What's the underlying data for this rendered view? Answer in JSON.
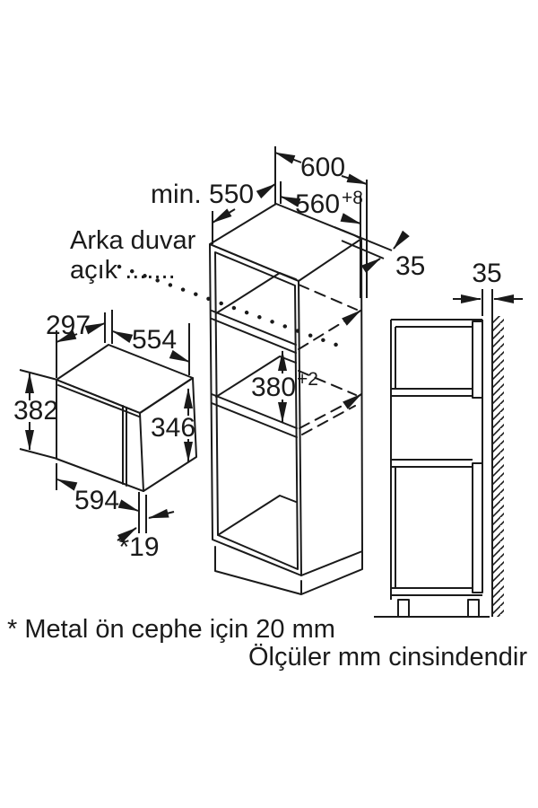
{
  "diagram": {
    "title": "built-in microwave installation drawing",
    "back_wall_note_line1": "Arka duvar",
    "back_wall_note_line2": "açık .......",
    "footnote": "* Metal ön cephe için 20 mm",
    "units_note": "Ölçüler mm cinsindendir"
  },
  "dimensions": {
    "cabinet_width": "600",
    "cabinet_depth_min": "min. 550",
    "niche_width": "560",
    "niche_width_tolerance": "+8",
    "niche_height": "380",
    "niche_height_tolerance": "+2",
    "back_gap": "35",
    "wall_gap": "35",
    "mw_depth": "297",
    "mw_top_width": "554",
    "mw_height": "382",
    "mw_side_height": "346",
    "mw_width": "594",
    "mw_door_depth": "*19"
  },
  "colors": {
    "line": "#1a1a1a",
    "background": "#ffffff"
  }
}
